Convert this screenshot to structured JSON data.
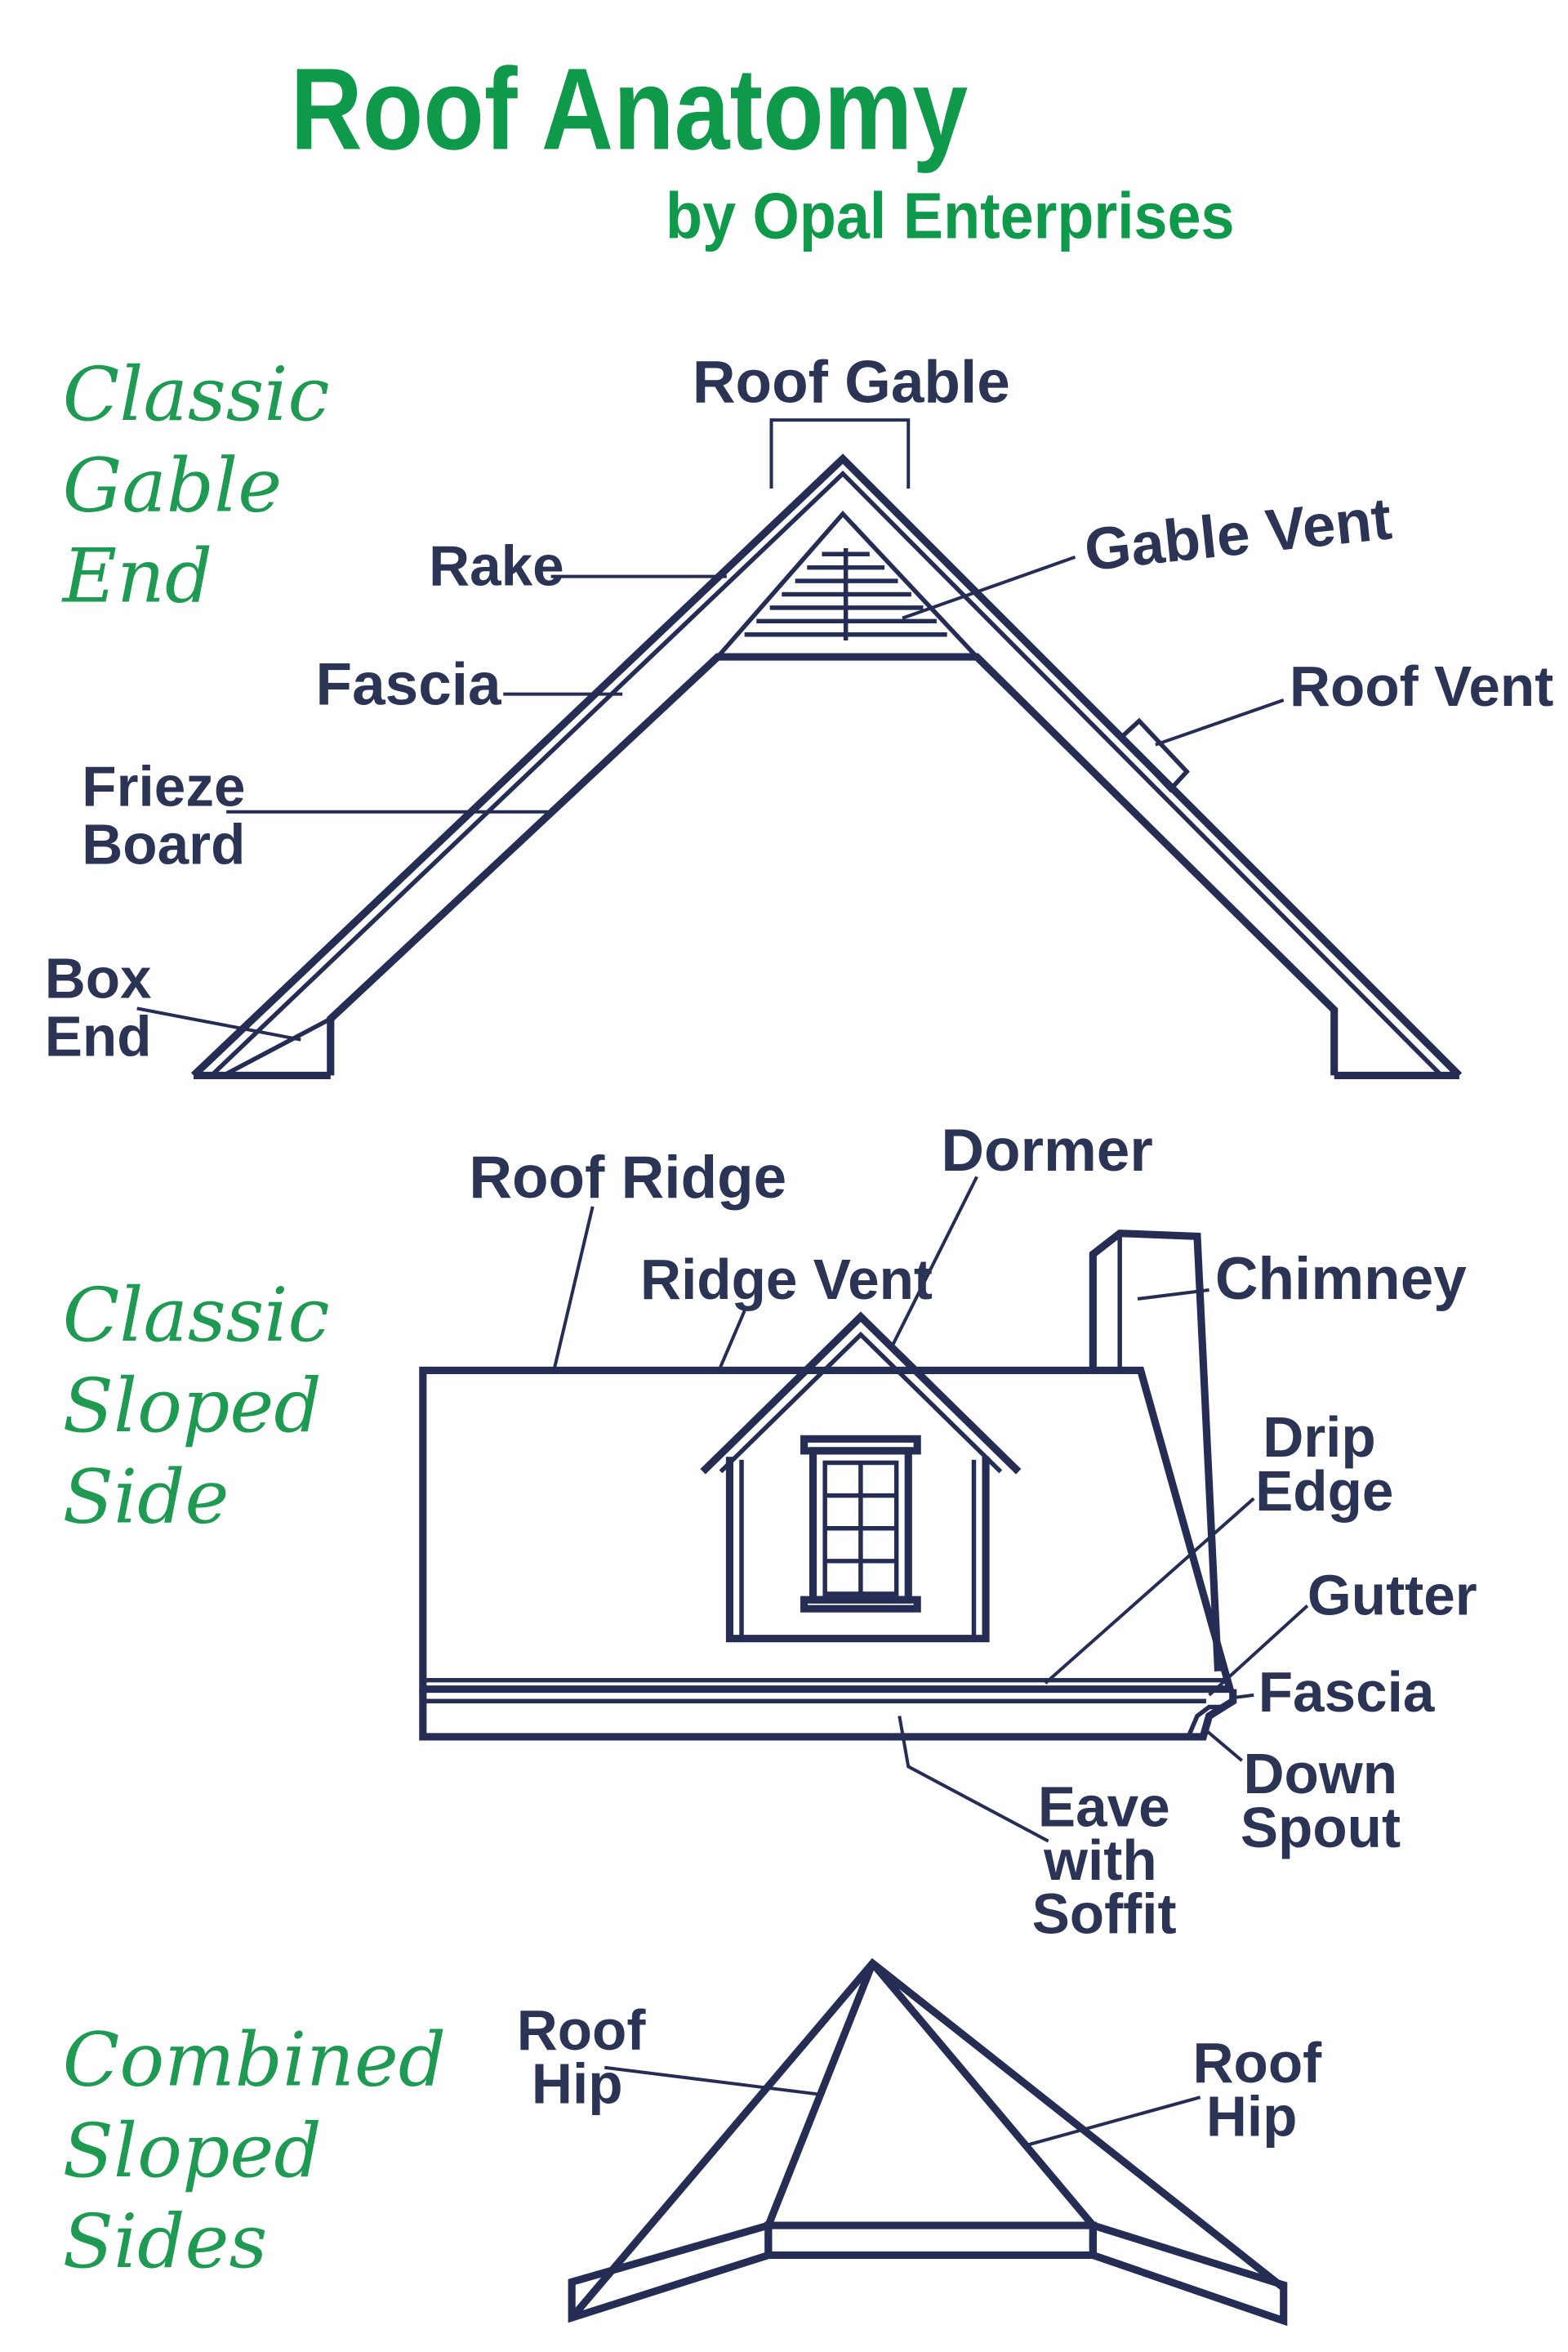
{
  "header": {
    "title": "Roof Anatomy",
    "subtitle": "by Opal Enterprises"
  },
  "colors": {
    "title_green": "#0e9a4a",
    "section_green": "#1f9a52",
    "ink_navy": "#262d55",
    "label_navy": "#2c3456",
    "background": "#ffffff"
  },
  "sections": {
    "gable_end": {
      "title_lines": [
        "Classic",
        "Gable",
        "End"
      ],
      "labels": {
        "roof_gable": "Roof Gable",
        "rake": "Rake",
        "gable_vent": "Gable Vent",
        "fascia": "Fascia",
        "roof_vent": "Roof Vent",
        "frieze_board": [
          "Frieze",
          "Board"
        ],
        "box_end": [
          "Box",
          "End"
        ]
      }
    },
    "sloped_side": {
      "title_lines": [
        "Classic",
        "Sloped",
        "Side"
      ],
      "labels": {
        "roof_ridge": "Roof Ridge",
        "dormer": "Dormer",
        "ridge_vent": "Ridge Vent",
        "chimney": "Chimney",
        "drip_edge": [
          "Drip",
          "Edge"
        ],
        "gutter": "Gutter",
        "fascia": "Fascia",
        "down_spout": [
          "Down",
          "Spout"
        ],
        "eave_with_soffit": [
          "Eave",
          "with",
          "Soffit"
        ]
      }
    },
    "combined_sloped": {
      "title_lines": [
        "Combined",
        "Sloped",
        "Sides"
      ],
      "labels": {
        "roof_hip_left": [
          "Roof",
          "Hip"
        ],
        "roof_hip_right": [
          "Roof",
          "Hip"
        ]
      }
    }
  }
}
